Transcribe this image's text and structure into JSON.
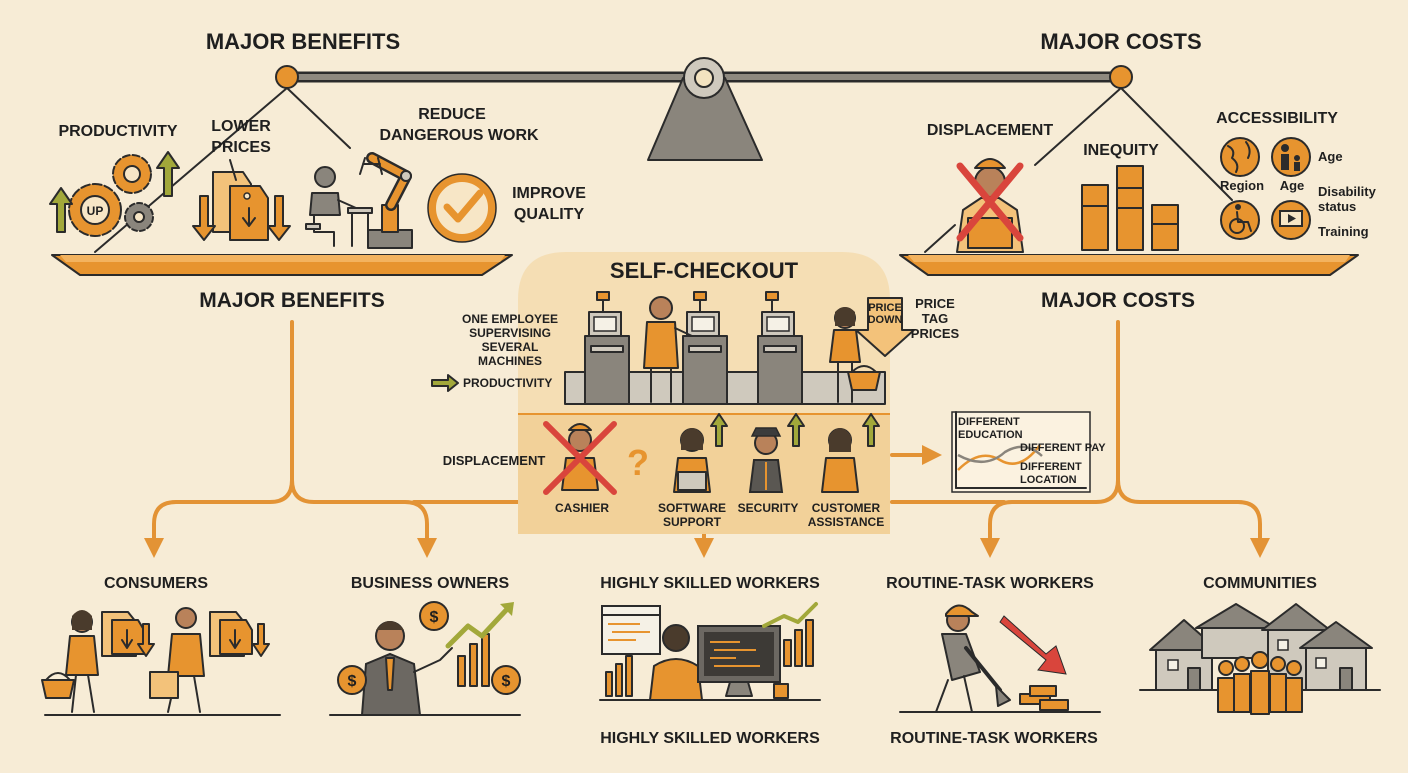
{
  "scale": {
    "left_title": "MAJOR BENEFITS",
    "right_title": "MAJOR COSTS"
  },
  "benefits": {
    "title": "MAJOR BENEFITS",
    "productivity": "PRODUCTIVITY",
    "lower_prices": [
      "LOWER",
      "PRICES"
    ],
    "reduce_work": [
      "REDUCE",
      "DANGEROUS WORK"
    ],
    "improve_quality": [
      "IMPROVE",
      "QUALITY"
    ],
    "up_badge": "UP"
  },
  "costs": {
    "title": "MAJOR COSTS",
    "displacement": "DISPLACEMENT",
    "inequity": "INEQUITY",
    "accessibility": "ACCESSIBILITY",
    "region": "Region",
    "age_1": "Age",
    "age_2": "Age",
    "disability": [
      "Disability",
      "status"
    ],
    "training": "Training"
  },
  "center": {
    "title": "SELF-CHECKOUT",
    "employee_note": [
      "ONE EMPLOYEE",
      "SUPERVISING",
      "SEVERAL",
      "MACHINES"
    ],
    "productivity": "PRODUCTIVITY",
    "price_tag": [
      "PRICE",
      "DOWN"
    ],
    "price_note": [
      "PRICE",
      "TAG",
      "PRICES"
    ],
    "displacement": "DISPLACEMENT",
    "roles": {
      "cashier": "CASHIER",
      "software": [
        "SOFTWARE",
        "SUPPORT"
      ],
      "security": "SECURITY",
      "customer": [
        "CUSTOMER",
        "ASSISTANCE"
      ]
    },
    "chart_labels": {
      "education": [
        "DIFFERENT",
        "EDUCATION"
      ],
      "pay": "DIFFERENT PAY",
      "location": [
        "DIFFERENT",
        "LOCATION"
      ]
    }
  },
  "groups": {
    "consumers": "CONSUMERS",
    "business": "BUSINESS OWNERS",
    "skilled": "HIGHLY SKILLED WORKERS",
    "routine": "ROUTINE-TASK WORKERS",
    "communities": "COMMUNITIES",
    "skilled_caption": "HIGHLY SKILLED WORKERS",
    "routine_caption": "ROUTINE-TASK WORKERS"
  },
  "colors": {
    "background": "#f7ecd6",
    "accent": "#e7942f",
    "ink": "#2b2b2b",
    "cross": "#d9453c",
    "growth": "#a2a83a"
  }
}
